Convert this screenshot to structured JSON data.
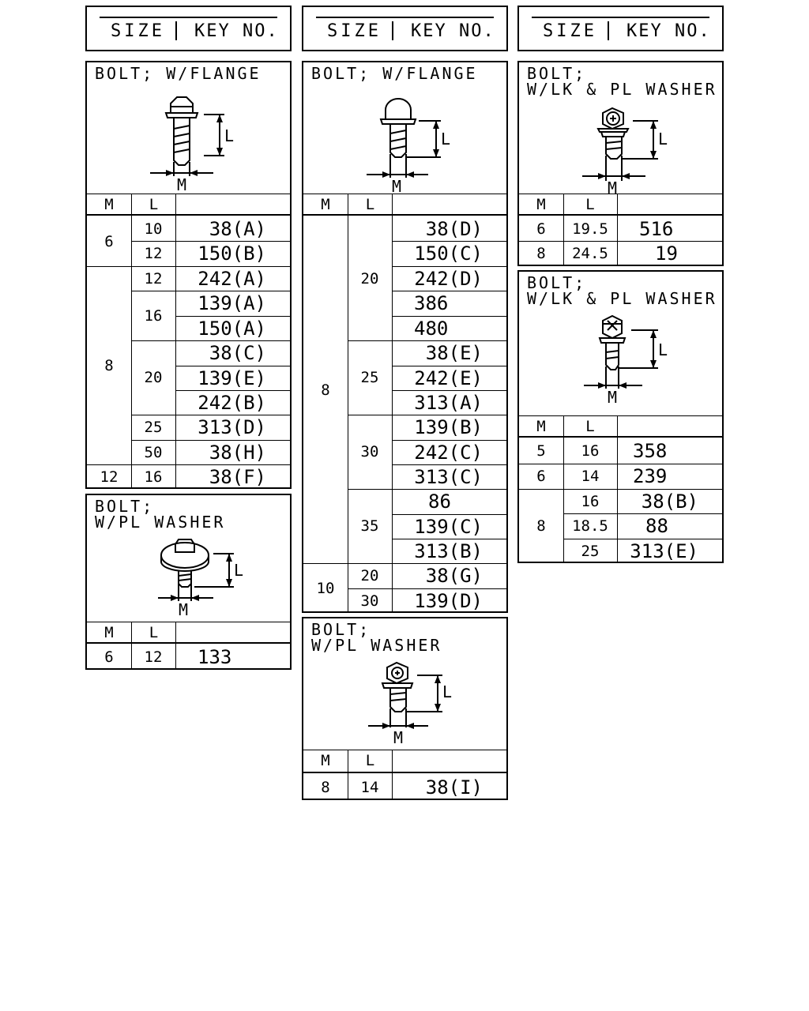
{
  "header": {
    "size_label": "SIZE",
    "key_label": "KEY NO."
  },
  "col_headers": {
    "m": "M",
    "l": "L"
  },
  "dim_labels": {
    "l": "L",
    "m": "M"
  },
  "panel_a": {
    "title": "BOLT; W/FLANGE",
    "cells": {
      "m6": "6",
      "m8": "8",
      "m12": "12",
      "l1": "10",
      "l2": "12",
      "l3": "12",
      "l4": "16",
      "l5": "20",
      "l6": "25",
      "l7": "50",
      "l8": "16"
    },
    "keys": [
      "38(A)",
      "150(B)",
      "242(A)",
      "139(A)",
      "150(A)",
      "38(C)",
      "139(E)",
      "242(B)",
      "313(D)",
      "38(H)",
      "38(F)"
    ]
  },
  "panel_b": {
    "title": "BOLT;\nW/PL WASHER",
    "cells": {
      "m": "6",
      "l": "12"
    },
    "keys": [
      "133"
    ]
  },
  "panel_c": {
    "title": "BOLT; W/FLANGE",
    "cells": {
      "m8": "8",
      "m10": "10",
      "l20": "20",
      "l25": "25",
      "l30": "30",
      "l35": "35",
      "l20b": "20",
      "l30b": "30"
    },
    "keys": [
      "38(D)",
      "150(C)",
      "242(D)",
      "386",
      "480",
      "38(E)",
      "242(E)",
      "313(A)",
      "139(B)",
      "242(C)",
      "313(C)",
      "86",
      "139(C)",
      "313(B)",
      "38(G)",
      "139(D)"
    ]
  },
  "panel_d": {
    "title": "BOLT;\nW/PL WASHER",
    "cells": {
      "m": "8",
      "l": "14"
    },
    "keys": [
      "38(I)"
    ]
  },
  "panel_e": {
    "title": "BOLT;\nW/LK & PL WASHER",
    "cells": {
      "m1": "6",
      "l1": "19.5",
      "m2": "8",
      "l2": "24.5"
    },
    "keys": [
      "516",
      "19"
    ]
  },
  "panel_f": {
    "title": "BOLT;\nW/LK & PL WASHER",
    "cells": {
      "m5": "5",
      "l5": "16",
      "m6": "6",
      "l6": "14",
      "m8": "8",
      "l8a": "16",
      "l8b": "18.5",
      "l8c": "25"
    },
    "keys": [
      "358",
      "239",
      "38(B)",
      "88",
      "313(E)"
    ]
  },
  "colors": {
    "ink": "#000000",
    "paper": "#ffffff"
  }
}
